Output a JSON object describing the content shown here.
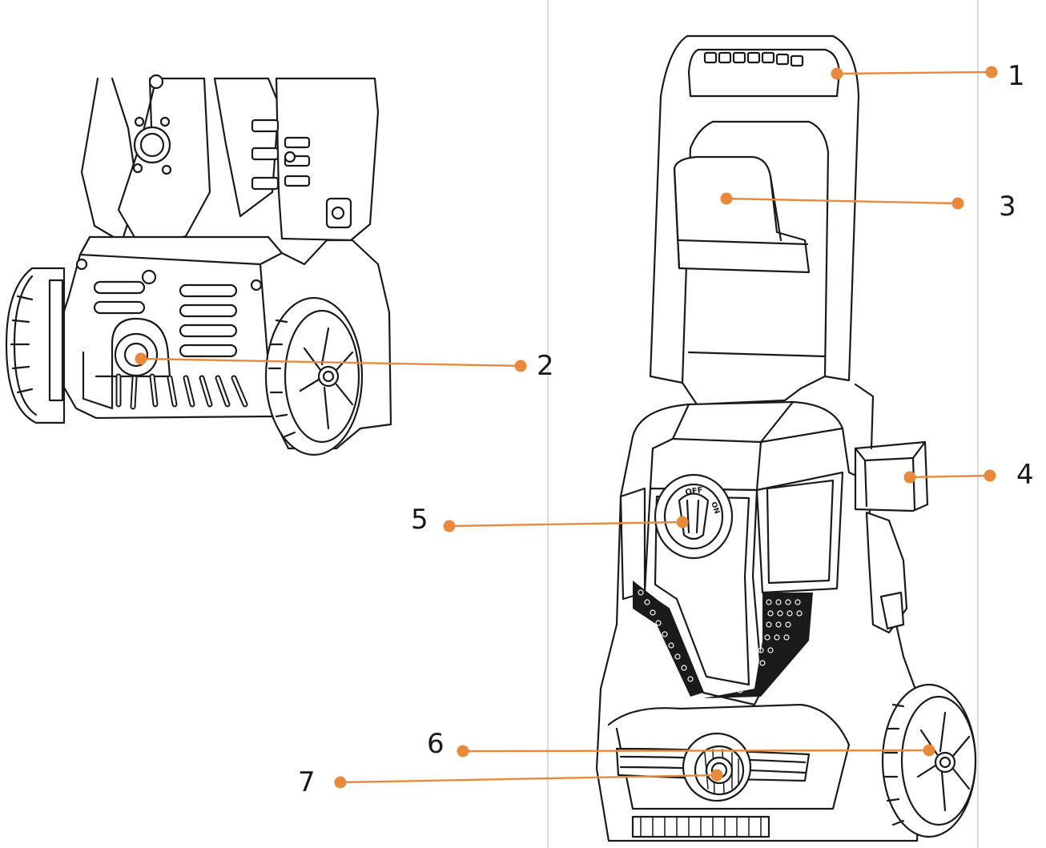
{
  "colors": {
    "callout": "#E8893C",
    "ink": "#1a1a1a",
    "divider": "#c8c8c8",
    "background": "#ffffff"
  },
  "dial": {
    "off_label": "OFF",
    "on_label": "ON"
  },
  "callouts": [
    {
      "id": "1",
      "number": "1"
    },
    {
      "id": "2",
      "number": "2"
    },
    {
      "id": "3",
      "number": "3"
    },
    {
      "id": "4",
      "number": "4"
    },
    {
      "id": "5",
      "number": "5"
    },
    {
      "id": "6",
      "number": "6"
    },
    {
      "id": "7",
      "number": "7"
    }
  ]
}
